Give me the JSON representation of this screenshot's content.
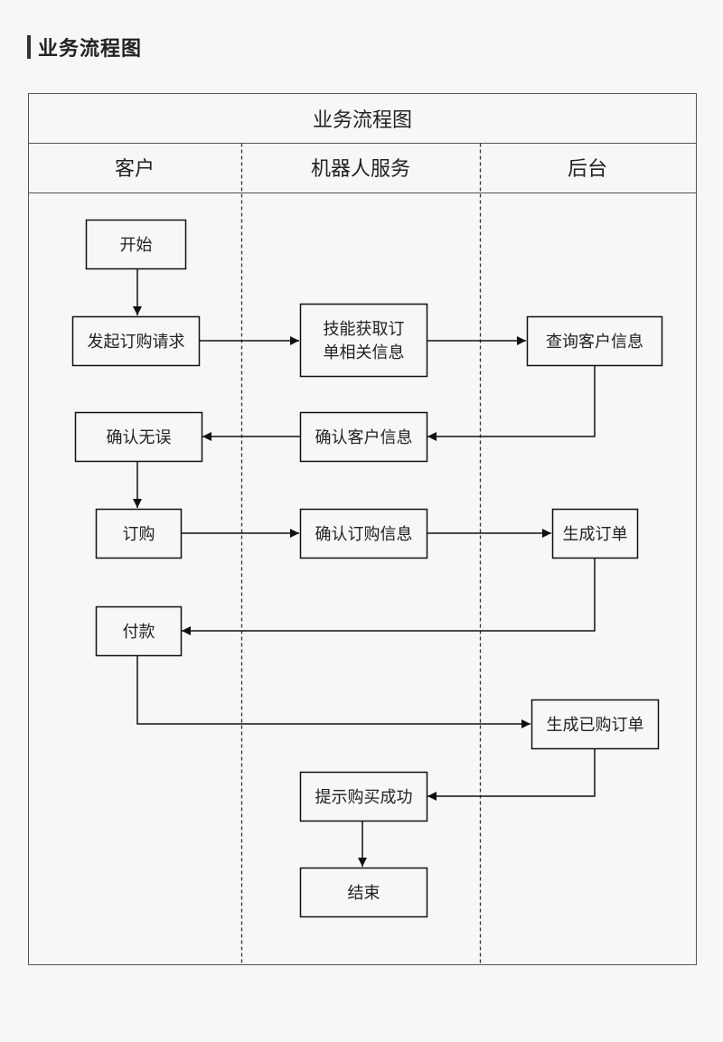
{
  "page": {
    "heading": "业务流程图"
  },
  "diagram": {
    "title": "业务流程图",
    "lanes": [
      "客户",
      "机器人服务",
      "后台"
    ],
    "nodes": {
      "start": "开始",
      "initiate_order_request": [
        "发起订购请求"
      ],
      "skill_get_order_info": [
        "技能获取订",
        "单相关信息"
      ],
      "query_customer_info": [
        "查询客户信息"
      ],
      "confirm_no_error": [
        "确认无误"
      ],
      "confirm_customer_info": [
        "确认客户信息"
      ],
      "order": [
        "订购"
      ],
      "confirm_order_info": [
        "确认订购信息"
      ],
      "generate_order": [
        "生成订单"
      ],
      "pay": [
        "付款"
      ],
      "generate_purchased_order": [
        "生成已购订单"
      ],
      "notify_purchase_success": [
        "提示购买成功"
      ],
      "end": "结束"
    },
    "edges": [
      [
        "start",
        "initiate_order_request"
      ],
      [
        "initiate_order_request",
        "skill_get_order_info"
      ],
      [
        "skill_get_order_info",
        "query_customer_info"
      ],
      [
        "query_customer_info",
        "confirm_customer_info"
      ],
      [
        "confirm_customer_info",
        "confirm_no_error"
      ],
      [
        "confirm_no_error",
        "order"
      ],
      [
        "order",
        "confirm_order_info"
      ],
      [
        "confirm_order_info",
        "generate_order"
      ],
      [
        "generate_order",
        "pay"
      ],
      [
        "pay",
        "generate_purchased_order"
      ],
      [
        "generate_purchased_order",
        "notify_purchase_success"
      ],
      [
        "notify_purchase_success",
        "end"
      ]
    ]
  }
}
